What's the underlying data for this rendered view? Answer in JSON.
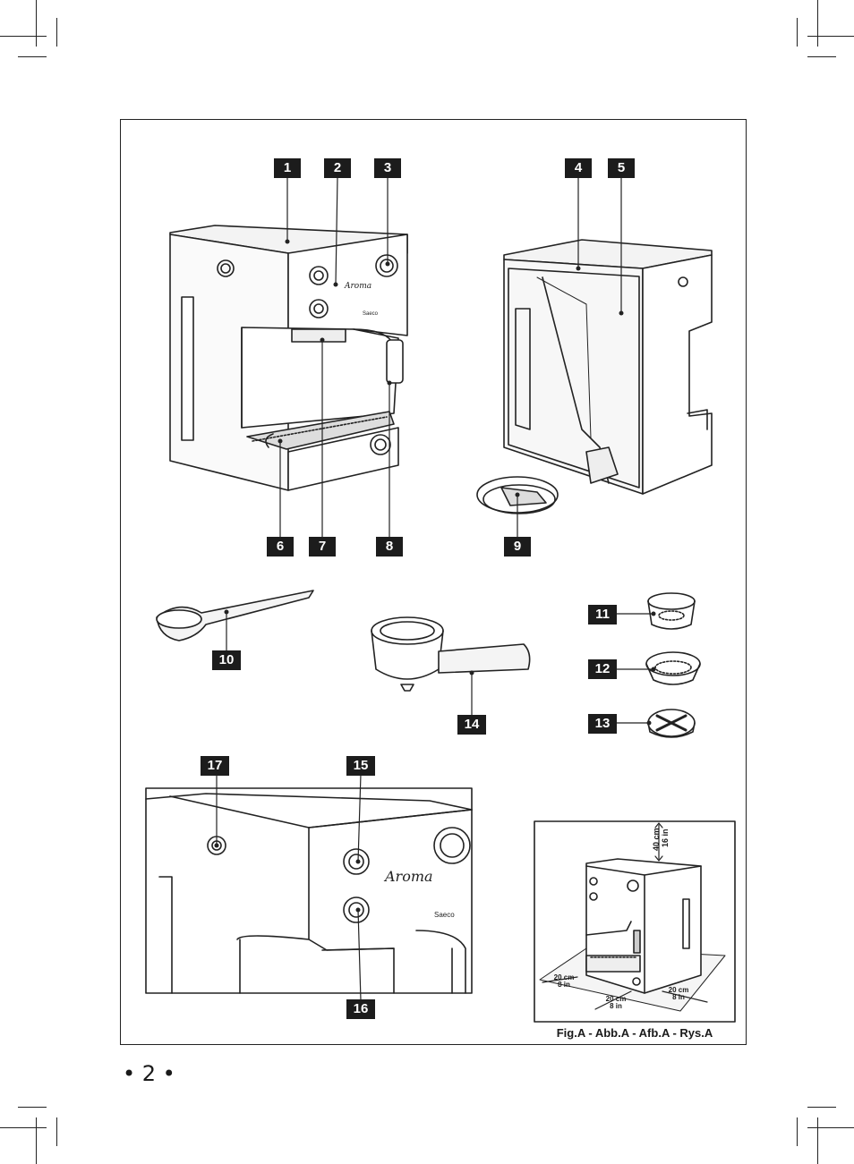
{
  "callouts": {
    "c1": "1",
    "c2": "2",
    "c3": "3",
    "c4": "4",
    "c5": "5",
    "c6": "6",
    "c7": "7",
    "c8": "8",
    "c9": "9",
    "c10": "10",
    "c11": "11",
    "c12": "12",
    "c13": "13",
    "c14": "14",
    "c15": "15",
    "c16": "16",
    "c17": "17"
  },
  "clearance": {
    "top_cm": "40 cm",
    "top_in": "16 in",
    "left_cm": "20 cm",
    "left_in": "8 in",
    "front_cm": "20 cm",
    "front_in": "8 in",
    "right_cm": "20 cm",
    "right_in": "8 in"
  },
  "caption": "Fig.A - Abb.A - Afb.A - Rys.A",
  "page_number": "• 2 •"
}
